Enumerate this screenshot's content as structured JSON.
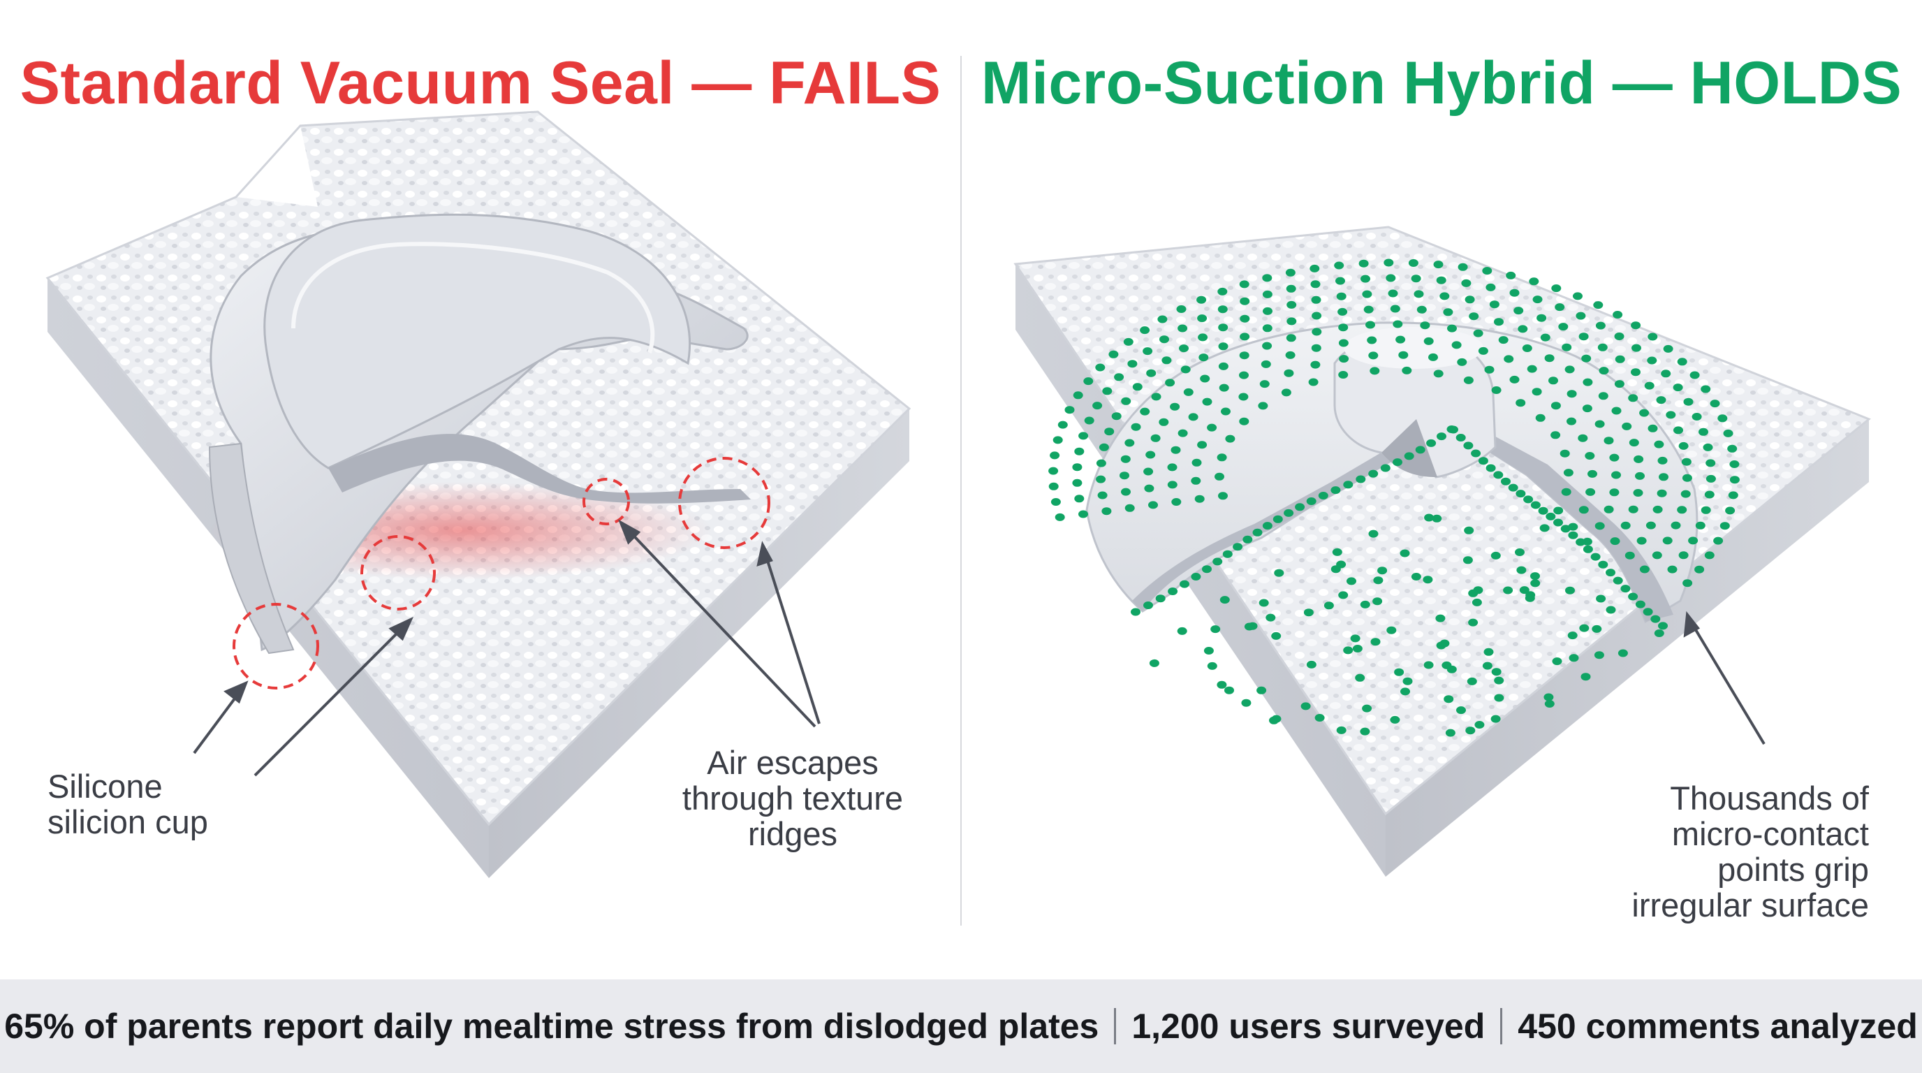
{
  "colors": {
    "fail": "#e63a3a",
    "hold": "#10a464",
    "surface": "#e8eaef",
    "side": "#c9ccd4",
    "cup": "#dfe2e8",
    "footer_bg": "#e9eaee"
  },
  "left_panel": {
    "title": "Standard Vacuum Seal — FAILS",
    "callouts": {
      "cup_label": [
        "Silicone",
        "silicion cup"
      ],
      "air_label": [
        "Air escapes",
        "through texture",
        "ridges"
      ]
    }
  },
  "right_panel": {
    "title": "Micro-Suction Hybrid — HOLDS",
    "callouts": {
      "contact_label": [
        "Thousands of",
        "micro-contact",
        "points grip",
        "irregular surface"
      ]
    }
  },
  "footer": {
    "stat_1": "65% of parents report daily mealtime stress from dislodged plates",
    "stat_2": "1,200 users surveyed",
    "stat_3": "450 comments analyzed"
  }
}
